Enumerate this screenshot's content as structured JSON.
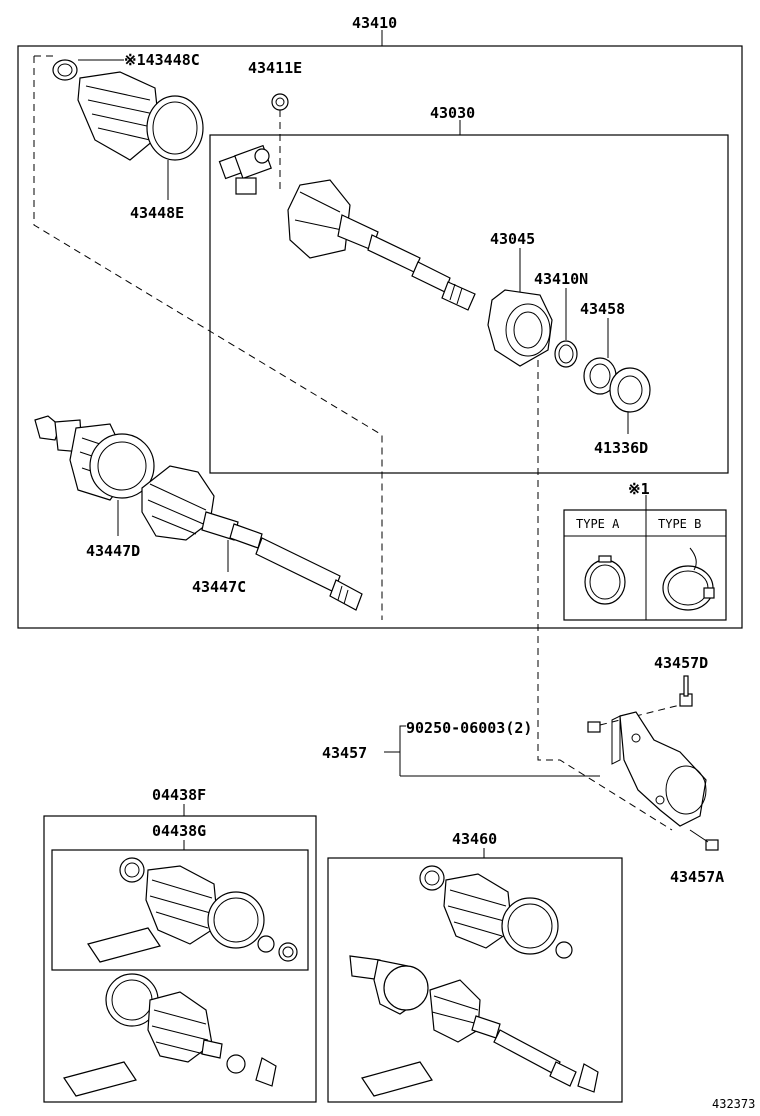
{
  "labels": {
    "assy": "43410",
    "boot_in_clamp": "※143448C",
    "snap_ring": "43411E",
    "boot_clamp_big": "43448E",
    "inboard_joint": "43030",
    "bearing_bracket": "43045",
    "hole_snap": "43410N",
    "seal": "43458",
    "bearing": "41336D",
    "outer_boot": "43447D",
    "outer_clamp": "43447C",
    "note_mark": "※1",
    "type_a": "TYPE A",
    "type_b": "TYPE B",
    "bracket_bolt": "43457D",
    "bolt_spec": "90250-06003(2)",
    "bracket": "43457",
    "bracket_nut": "43457A",
    "kit_f": "04438F",
    "kit_g": "04438G",
    "kit_outer": "43460",
    "figure_no": "432373"
  }
}
